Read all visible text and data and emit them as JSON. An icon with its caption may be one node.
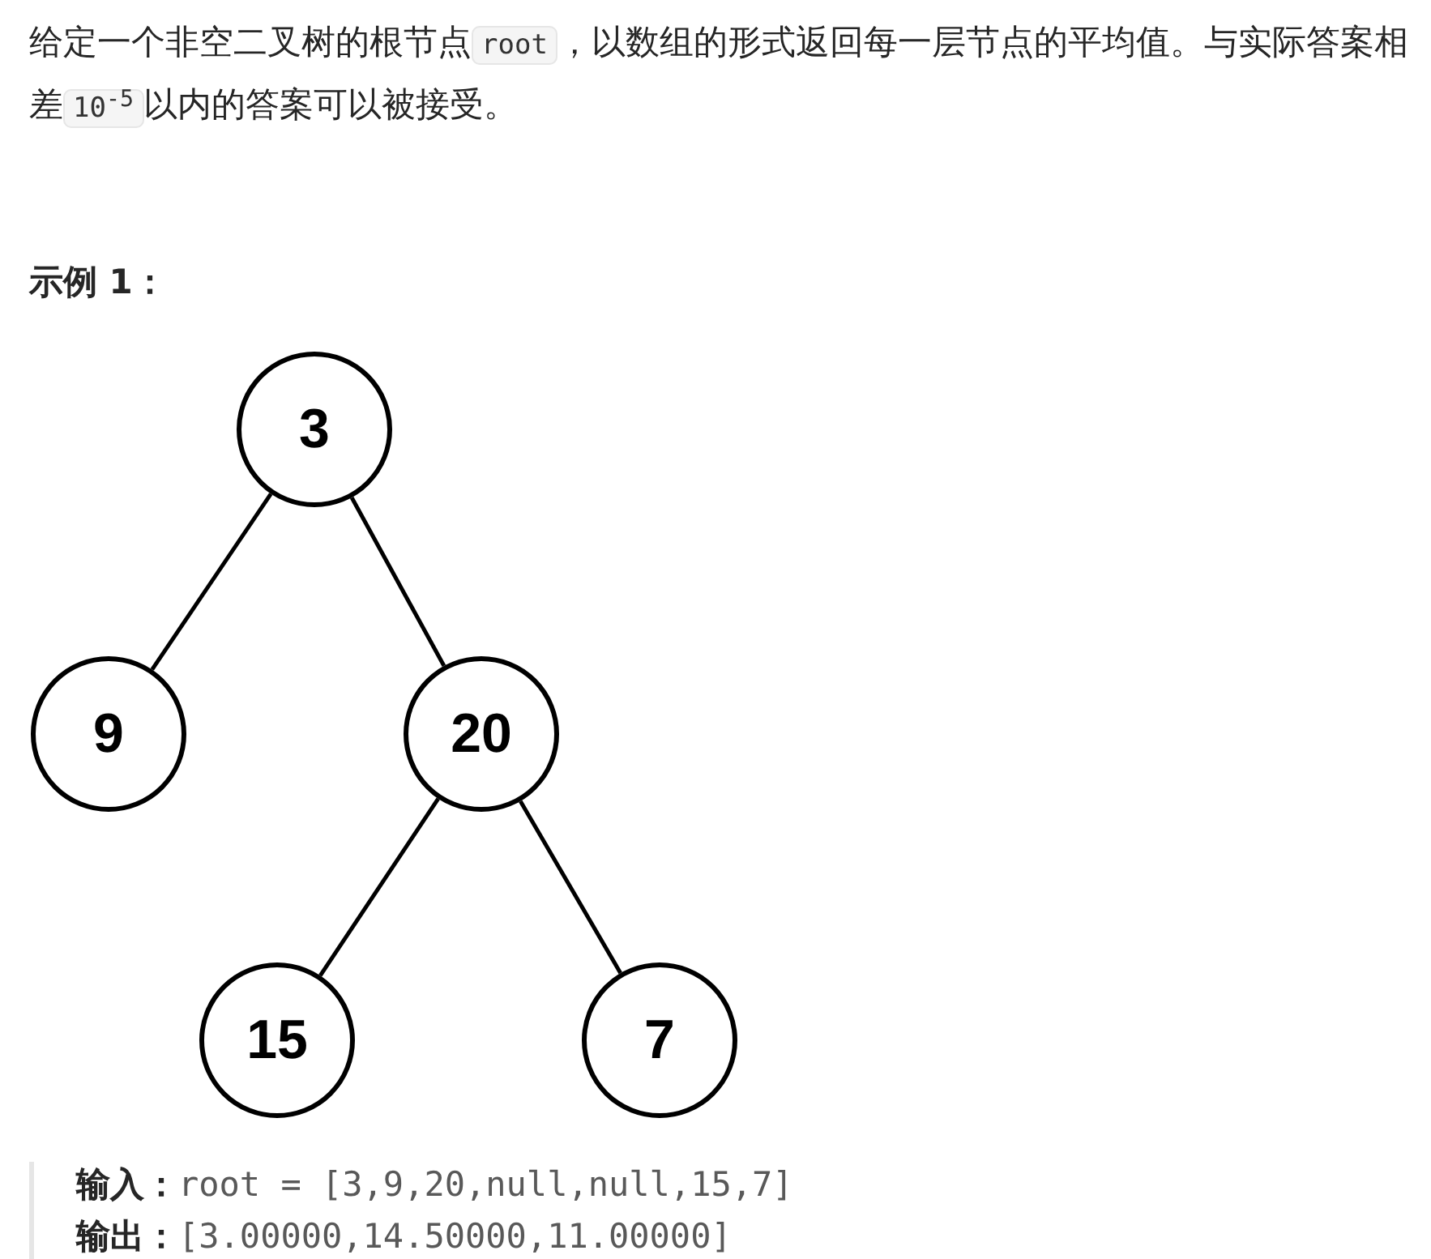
{
  "diagram": {
    "nodes": [
      {
        "text": [
          "3"
        ]
      },
      {
        "text": [
          "9"
        ]
      },
      {
        "text": [
          "20"
        ]
      },
      {
        "text": [
          "15"
        ]
      },
      {
        "text": [
          "7"
        ]
      }
    ],
    "edges": [
      {
        "from": 0,
        "to": 1,
        "arrow": "none"
      },
      {
        "from": 0,
        "to": 2,
        "arrow": "none"
      },
      {
        "from": 2,
        "to": 3,
        "arrow": "none"
      },
      {
        "from": 2,
        "to": 4,
        "arrow": "none"
      }
    ],
    "labels": [
      "给定一个非空二叉树的根节点",
      "root",
      "，以数组的形式返回每一层节点的平均值。与实际答案相差",
      "10$^{-5}$",
      "以内的答案可以被接受。",
      "示例 1：",
      "输入：",
      "root = [3,9,20,null,null,15,7]",
      "输出：",
      "[3.00000,14.50000,11.00000]"
    ]
  }
}
